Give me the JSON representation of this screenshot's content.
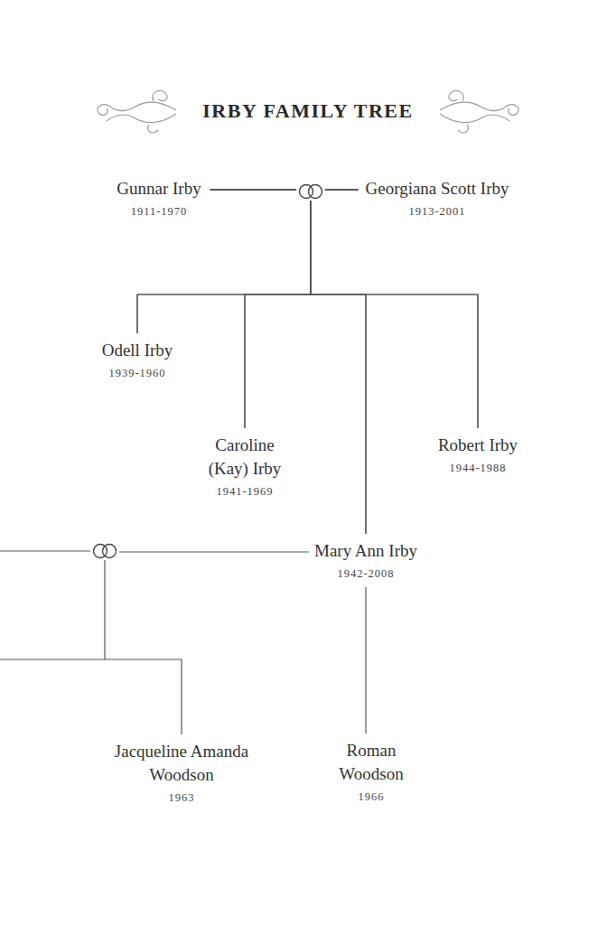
{
  "diagram": {
    "title": "IRBY FAMILY TREE",
    "nodes": [
      {
        "text": [
          "Gunnar Irby",
          "1911-1970"
        ]
      },
      {
        "text": [
          "Georgiana Scott Irby",
          "1913-2001"
        ]
      },
      {
        "text": [
          "Odell Irby",
          "1939-1960"
        ]
      },
      {
        "text": [
          "Caroline (Kay) Irby",
          "1941-1969"
        ]
      },
      {
        "text": [
          "Robert Irby",
          "1944-1988"
        ]
      },
      {
        "text": [
          "Mary Ann Irby",
          "1942-2008"
        ]
      },
      {
        "text": [
          "Jacqueline Amanda Woodson",
          "1963"
        ]
      },
      {
        "text": [
          "Roman Woodson",
          "1966"
        ]
      }
    ],
    "edges": [
      {
        "from": 0,
        "to": 1,
        "arrow": "none"
      },
      {
        "from": 0,
        "to": 2,
        "arrow": "none"
      },
      {
        "from": 0,
        "to": 3,
        "arrow": "none"
      },
      {
        "from": 0,
        "to": 4,
        "arrow": "none"
      },
      {
        "from": 0,
        "to": 5,
        "arrow": "none"
      },
      {
        "from": 1,
        "to": 2,
        "arrow": "none"
      },
      {
        "from": 1,
        "to": 3,
        "arrow": "none"
      },
      {
        "from": 1,
        "to": 4,
        "arrow": "none"
      },
      {
        "from": 1,
        "to": 5,
        "arrow": "none"
      },
      {
        "from": 5,
        "to": 6,
        "arrow": "none"
      },
      {
        "from": 5,
        "to": 7,
        "arrow": "none"
      }
    ]
  }
}
